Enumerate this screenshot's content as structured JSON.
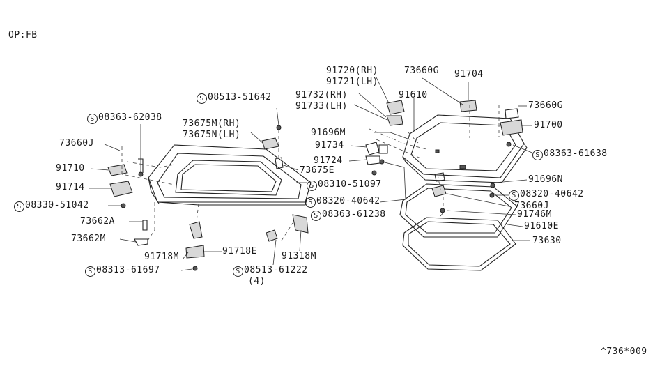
{
  "header": {
    "code": "OP:FB"
  },
  "footer": {
    "ref": "^736*009"
  },
  "labels": {
    "l08513_51642": "08513-51642",
    "l08363_62038": "08363-62038",
    "l73675m": "73675M(RH)",
    "l73675n": "73675N(LH)",
    "l73660j_left": "73660J",
    "l91710": "91710",
    "l91714": "91714",
    "l08330_51042": "08330-51042",
    "l73675e": "73675E",
    "l08310_51097": "08310-51097",
    "l73662a": "73662A",
    "l73662m": "73662M",
    "l91718m": "91718M",
    "l91718e": "91718E",
    "l08313_61697": "08313-61697",
    "l08513_61222": "08513-61222",
    "l08513_61222_qty": "(4)",
    "l91318m": "91318M",
    "l91720": "91720(RH)",
    "l91721": "91721(LH)",
    "l91732": "91732(RH)",
    "l91733": "91733(LH)",
    "l91696m": "91696M",
    "l91734": "91734",
    "l91724": "91724",
    "l08320_40642_a": "08320-40642",
    "l08363_61238": "08363-61238",
    "l73660g_top": "73660G",
    "l91704": "91704",
    "l91610": "91610",
    "l73660g_right": "73660G",
    "l91700": "91700",
    "l08363_61638": "08363-61638",
    "l91696n": "91696N",
    "l08320_40642_b": "08320-40642",
    "l73660j_right": "73660J",
    "l91746m": "91746M",
    "l91610e": "91610E",
    "l73630": "73630"
  },
  "screw_symbol": "S"
}
